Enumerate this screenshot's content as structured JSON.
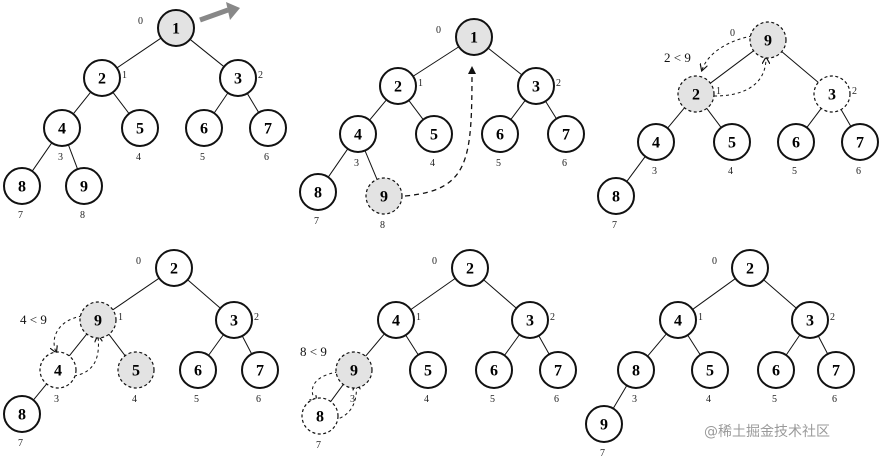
{
  "watermark": "@稀土掘金技术社区",
  "panels": [
    {
      "nodes": [
        {
          "id": "p1-n0",
          "value": "1",
          "index": "0",
          "shaded": true
        },
        {
          "id": "p1-n1",
          "value": "2",
          "index": "1"
        },
        {
          "id": "p1-n2",
          "value": "3",
          "index": "2"
        },
        {
          "id": "p1-n3",
          "value": "4",
          "index": "3"
        },
        {
          "id": "p1-n4",
          "value": "5",
          "index": "4"
        },
        {
          "id": "p1-n5",
          "value": "6",
          "index": "5"
        },
        {
          "id": "p1-n6",
          "value": "7",
          "index": "6"
        },
        {
          "id": "p1-n7",
          "value": "8",
          "index": "7"
        },
        {
          "id": "p1-n8",
          "value": "9",
          "index": "8"
        }
      ],
      "comparison": ""
    },
    {
      "nodes": [
        {
          "id": "p2-n0",
          "value": "1",
          "index": "0",
          "shaded": true
        },
        {
          "id": "p2-n1",
          "value": "2",
          "index": "1"
        },
        {
          "id": "p2-n2",
          "value": "3",
          "index": "2"
        },
        {
          "id": "p2-n3",
          "value": "4",
          "index": "3"
        },
        {
          "id": "p2-n4",
          "value": "5",
          "index": "4"
        },
        {
          "id": "p2-n5",
          "value": "6",
          "index": "5"
        },
        {
          "id": "p2-n6",
          "value": "7",
          "index": "6"
        },
        {
          "id": "p2-n7",
          "value": "8",
          "index": "7"
        },
        {
          "id": "p2-n8",
          "value": "9",
          "index": "8",
          "shaded": true,
          "dashed": true
        }
      ],
      "comparison": ""
    },
    {
      "nodes": [
        {
          "id": "p3-n0",
          "value": "9",
          "index": "0",
          "shaded": true,
          "dashed": true
        },
        {
          "id": "p3-n1",
          "value": "2",
          "index": "1",
          "shaded": true,
          "dashed": true
        },
        {
          "id": "p3-n2",
          "value": "3",
          "index": "2",
          "dashed": true
        },
        {
          "id": "p3-n3",
          "value": "4",
          "index": "3"
        },
        {
          "id": "p3-n4",
          "value": "5",
          "index": "4"
        },
        {
          "id": "p3-n5",
          "value": "6",
          "index": "5"
        },
        {
          "id": "p3-n6",
          "value": "7",
          "index": "6"
        },
        {
          "id": "p3-n7",
          "value": "8",
          "index": "7"
        }
      ],
      "comparison": "2 < 9"
    },
    {
      "nodes": [
        {
          "id": "p4-n0",
          "value": "2",
          "index": "0"
        },
        {
          "id": "p4-n1",
          "value": "9",
          "index": "1",
          "shaded": true,
          "dashed": true
        },
        {
          "id": "p4-n2",
          "value": "3",
          "index": "2"
        },
        {
          "id": "p4-n3",
          "value": "4",
          "index": "3",
          "dashed": true
        },
        {
          "id": "p4-n4",
          "value": "5",
          "index": "4",
          "shaded": true,
          "dashed": true
        },
        {
          "id": "p4-n5",
          "value": "6",
          "index": "5"
        },
        {
          "id": "p4-n6",
          "value": "7",
          "index": "6"
        },
        {
          "id": "p4-n7",
          "value": "8",
          "index": "7"
        }
      ],
      "comparison": "4 < 9"
    },
    {
      "nodes": [
        {
          "id": "p5-n0",
          "value": "2",
          "index": "0"
        },
        {
          "id": "p5-n1",
          "value": "4",
          "index": "1"
        },
        {
          "id": "p5-n2",
          "value": "3",
          "index": "2"
        },
        {
          "id": "p5-n3",
          "value": "9",
          "index": "3",
          "shaded": true,
          "dashed": true
        },
        {
          "id": "p5-n4",
          "value": "5",
          "index": "4"
        },
        {
          "id": "p5-n5",
          "value": "6",
          "index": "5"
        },
        {
          "id": "p5-n6",
          "value": "7",
          "index": "6"
        },
        {
          "id": "p5-n7",
          "value": "8",
          "index": "7",
          "dashed": true
        }
      ],
      "comparison": "8 < 9"
    },
    {
      "nodes": [
        {
          "id": "p6-n0",
          "value": "2",
          "index": "0"
        },
        {
          "id": "p6-n1",
          "value": "4",
          "index": "1"
        },
        {
          "id": "p6-n2",
          "value": "3",
          "index": "2"
        },
        {
          "id": "p6-n3",
          "value": "8",
          "index": "3"
        },
        {
          "id": "p6-n4",
          "value": "5",
          "index": "4"
        },
        {
          "id": "p6-n5",
          "value": "6",
          "index": "5"
        },
        {
          "id": "p6-n6",
          "value": "7",
          "index": "6"
        },
        {
          "id": "p6-n7",
          "value": "9",
          "index": "7"
        }
      ],
      "comparison": ""
    }
  ]
}
